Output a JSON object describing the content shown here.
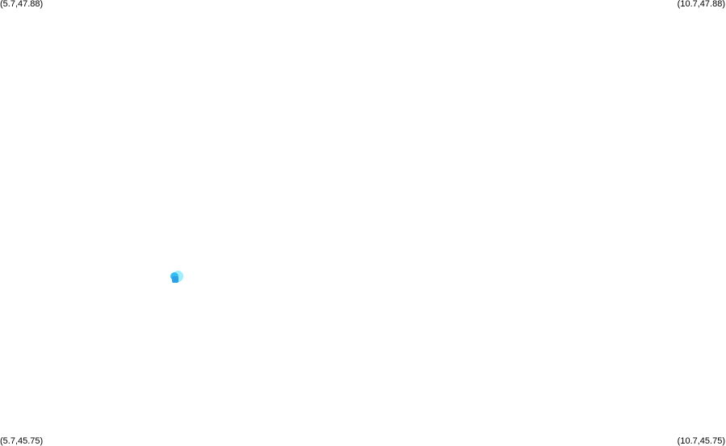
{
  "map": {
    "corners": {
      "top_left": "(5.7,47.88)",
      "top_right": "(10.7,47.88)",
      "bottom_left": "(5.7,45.75)",
      "bottom_right": "(10.7,45.75)"
    },
    "markers": [
      {
        "icon": "point-marker-icon",
        "colors": [
          "#9feeff",
          "#33bdf0",
          "#2ea0e6"
        ]
      }
    ]
  }
}
